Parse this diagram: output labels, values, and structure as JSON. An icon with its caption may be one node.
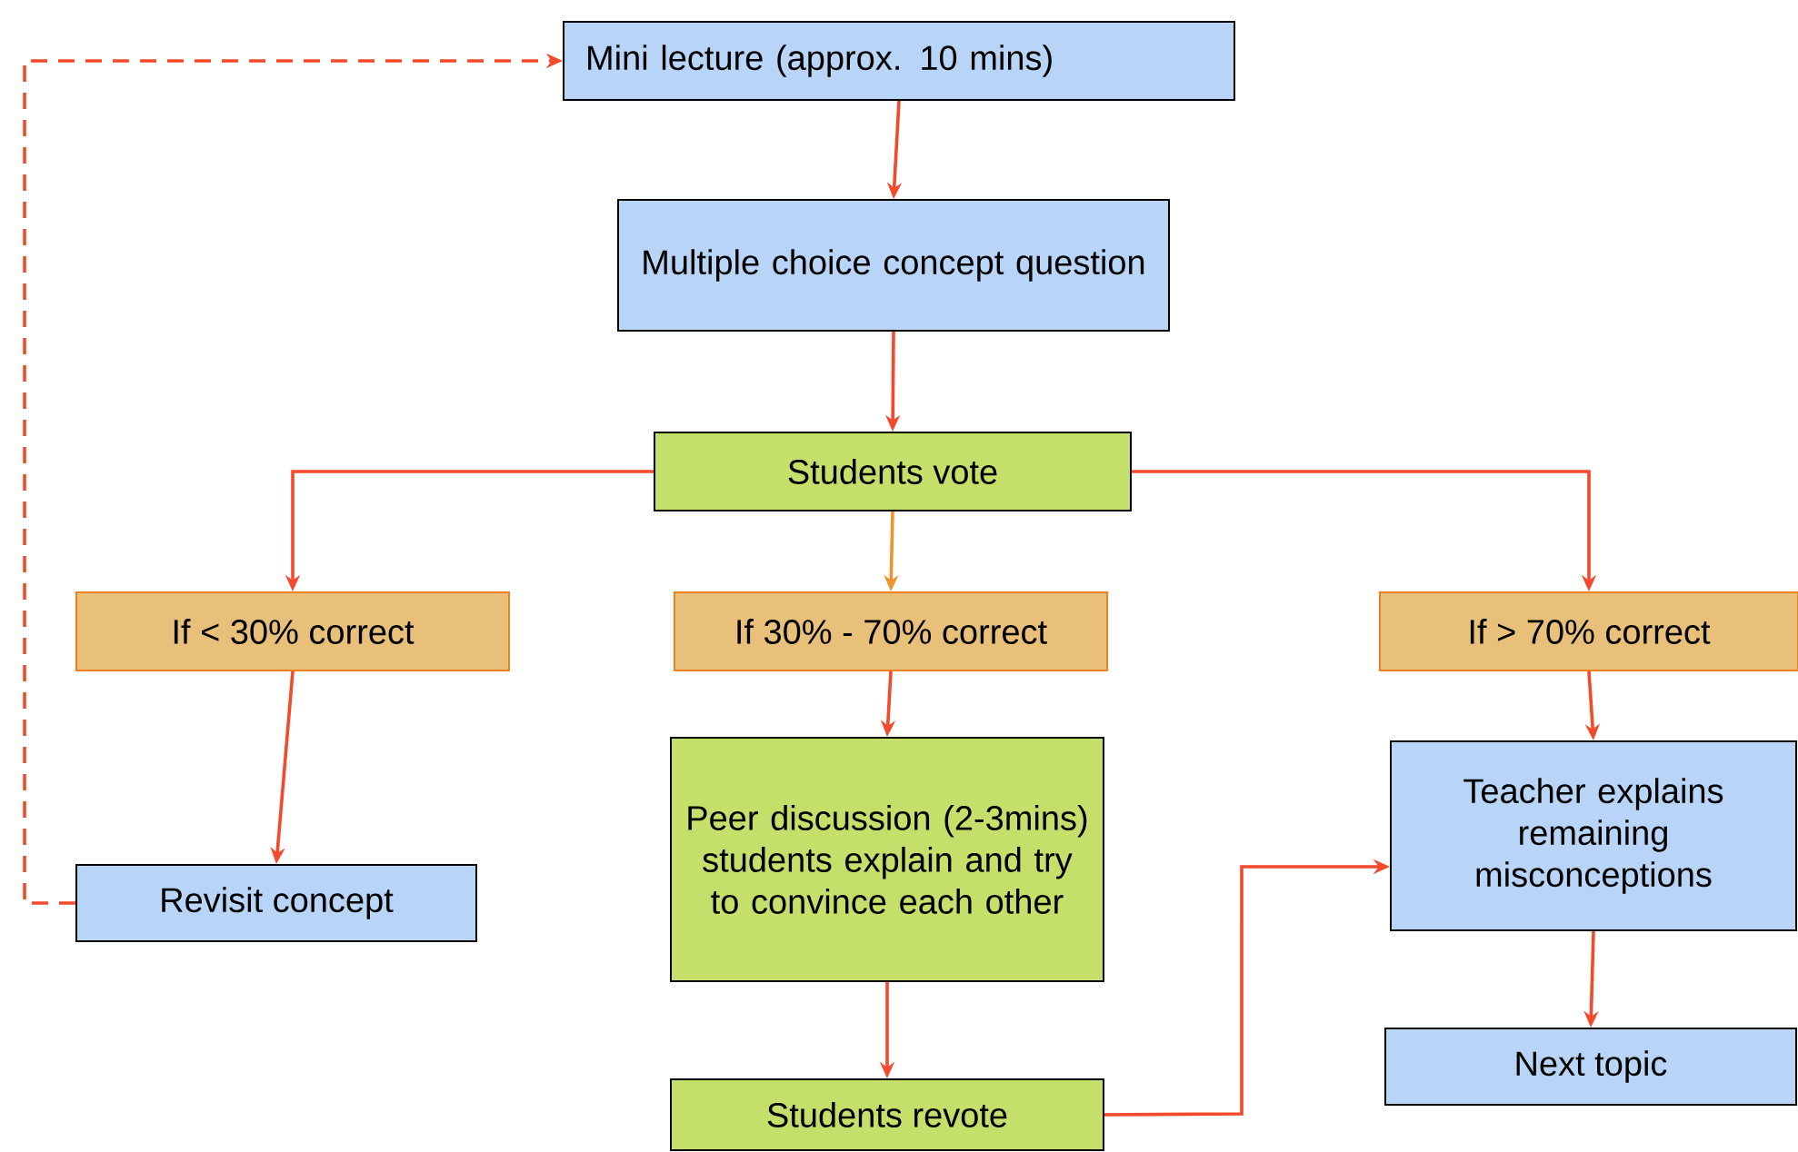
{
  "diagram": {
    "nodes": [
      {
        "text": [
          "Mini lecture (approx. 10 mins)"
        ]
      },
      {
        "text": [
          "Multiple choice concept question"
        ]
      },
      {
        "text": [
          "Students vote"
        ]
      },
      {
        "text": [
          "If < 30% correct"
        ]
      },
      {
        "text": [
          "If 30% - 70% correct"
        ]
      },
      {
        "text": [
          "If > 70% correct"
        ]
      },
      {
        "text": [
          "Revisit concept"
        ]
      },
      {
        "text": [
          "Peer discussion (2-3mins) students explain and try to convince each other"
        ]
      },
      {
        "text": [
          "Teacher explains remaining misconceptions"
        ]
      },
      {
        "text": [
          "Students revote"
        ]
      },
      {
        "text": [
          "Next topic"
        ]
      }
    ],
    "edges": [
      {
        "from": 0,
        "to": 1,
        "arrow": "to"
      },
      {
        "from": 1,
        "to": 2,
        "arrow": "to"
      },
      {
        "from": 2,
        "to": 3,
        "arrow": "to"
      },
      {
        "from": 2,
        "to": 4,
        "arrow": "to",
        "color": "#f0922e"
      },
      {
        "from": 2,
        "to": 5,
        "arrow": "to"
      },
      {
        "from": 3,
        "to": 6,
        "arrow": "to"
      },
      {
        "from": 4,
        "to": 7,
        "arrow": "to"
      },
      {
        "from": 5,
        "to": 8,
        "arrow": "to"
      },
      {
        "from": 6,
        "to": 0,
        "arrow": "to",
        "style": "dashed"
      },
      {
        "from": 7,
        "to": 9,
        "arrow": "to"
      },
      {
        "from": 9,
        "to": 8,
        "arrow": "to"
      },
      {
        "from": 8,
        "to": 10,
        "arrow": "to"
      }
    ]
  }
}
